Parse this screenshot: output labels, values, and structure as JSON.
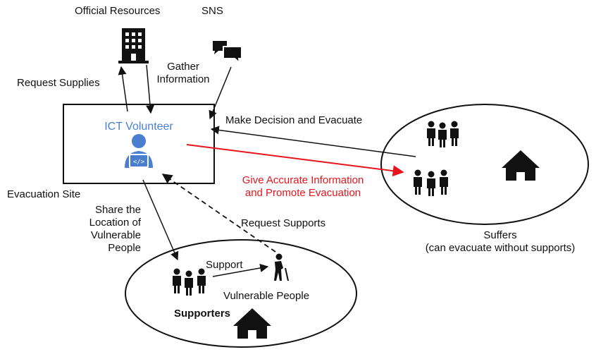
{
  "nodes": {
    "official_resources": "Official Resources",
    "sns": "SNS",
    "ict_volunteer": "ICT Volunteer",
    "evacuation_site": "Evacuation Site",
    "suffers_title": "Suffers",
    "suffers_note": "(can evacuate without supports)",
    "supporters": "Supporters",
    "vulnerable_people": "Vulnerable People"
  },
  "edges": {
    "request_supplies": "Request Supplies",
    "gather_line1": "Gather",
    "gather_line2": "Information",
    "make_decision": "Make Decision and Evacuate",
    "give_info_line1": "Give Accurate Information",
    "give_info_line2": "and Promote Evacuation",
    "share_line1": "Share the",
    "share_line2": "Location of",
    "share_line3": "Vulnerable",
    "share_line4": "People",
    "request_supports": "Request Supports",
    "support": "Support"
  },
  "icons": [
    "building-icon",
    "chat-bubbles-icon",
    "laptop-user-icon",
    "people-group-icon",
    "house-icon",
    "elderly-person-icon"
  ],
  "colors": {
    "ict_volunteer": "#4a7fd0",
    "give_info": "#e8141c",
    "line": "#111111"
  }
}
